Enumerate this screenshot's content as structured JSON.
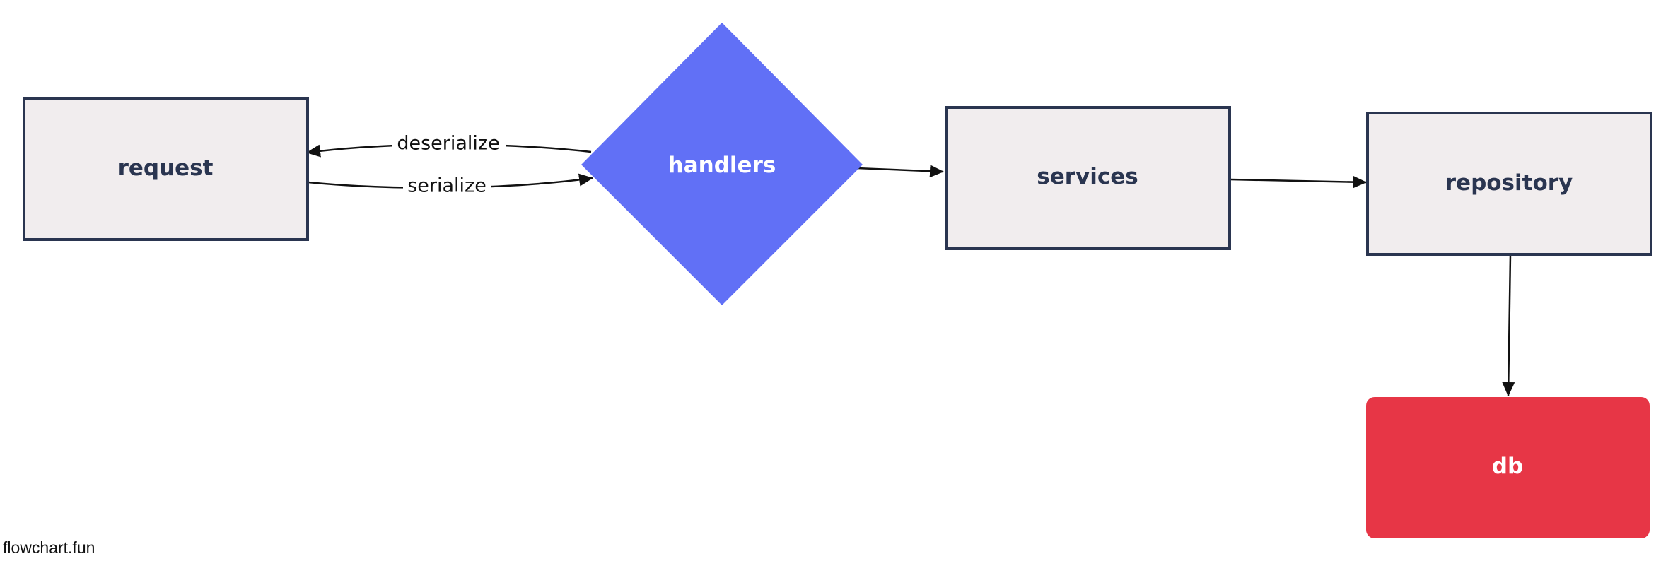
{
  "colors": {
    "box_fill": "#f1edee",
    "box_stroke": "#2a3550",
    "box_text": "#2a3550",
    "diamond_fill": "#6170f6",
    "db_fill": "#e73646",
    "light_text": "#ffffff",
    "edge": "#111111"
  },
  "nodes": {
    "request": {
      "label": "request"
    },
    "handlers": {
      "label": "handlers"
    },
    "services": {
      "label": "services"
    },
    "repository": {
      "label": "repository"
    },
    "db": {
      "label": "db"
    }
  },
  "edges": [
    {
      "from": "handlers",
      "to": "request",
      "label": "deserialize"
    },
    {
      "from": "request",
      "to": "handlers",
      "label": "serialize"
    },
    {
      "from": "handlers",
      "to": "services",
      "label": ""
    },
    {
      "from": "services",
      "to": "repository",
      "label": ""
    },
    {
      "from": "repository",
      "to": "db",
      "label": ""
    }
  ],
  "footer": {
    "watermark": "flowchart.fun"
  }
}
